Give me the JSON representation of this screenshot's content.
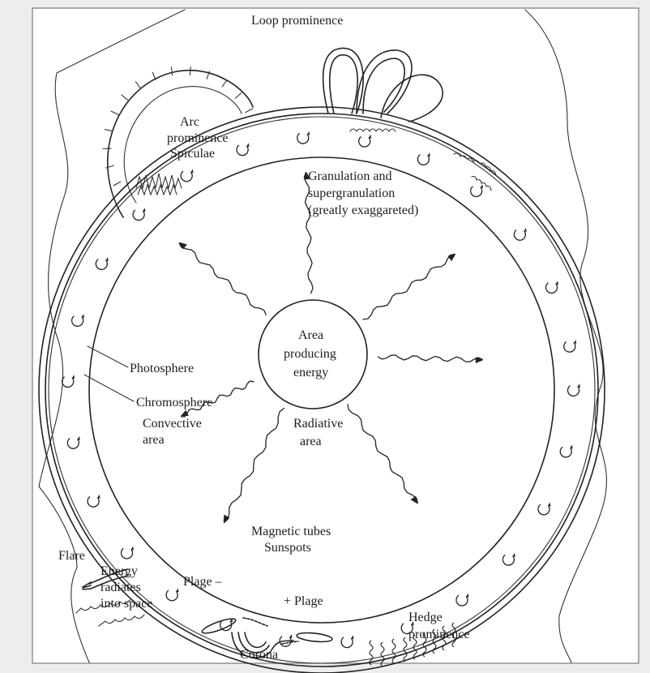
{
  "diagram": {
    "labels": {
      "loop_prominence": "Loop prominence",
      "arc_prominence_1": "Arc",
      "arc_prominence_2": "prominence",
      "spiculae": "Spiculae",
      "granulation_1": "Granulation and",
      "granulation_2": "supergranulation",
      "granulation_3": "(greatly exaggareted)",
      "core_1": "Area",
      "core_2": "producing",
      "core_3": "energy",
      "photosphere": "Photosphere",
      "chromosphere": "Chromosphere",
      "convective_1": "Convective",
      "convective_2": "area",
      "radiative_1": "Radiative",
      "radiative_2": "area",
      "flare": "Flare",
      "magnetic_tubes": "Magnetic tubes",
      "sunspots": "Sunspots",
      "energy_1": "Energy",
      "energy_2": "radiates",
      "energy_3": "into space",
      "plage_left": "Plage –",
      "plage_right": "+ Plage",
      "hedge_1": "Hedge",
      "hedge_2": "prominence",
      "corona": "Corona"
    },
    "colors": {
      "background": "#ededed",
      "panel": "#ffffff",
      "ink": "#222222"
    }
  }
}
